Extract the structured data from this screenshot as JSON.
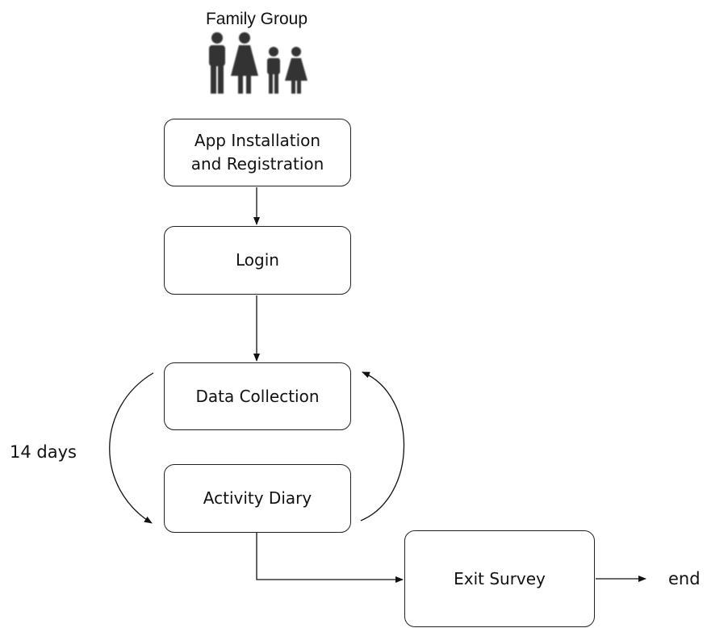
{
  "diagram": {
    "title": "Family Group",
    "icon": "family-group-icon",
    "steps": {
      "install": "App Installation\nand Registration",
      "login": "Login",
      "data_collection": "Data Collection",
      "activity_diary": "Activity Diary",
      "exit_survey": "Exit Survey"
    },
    "loop_label": "14 days",
    "end_label": "end"
  }
}
